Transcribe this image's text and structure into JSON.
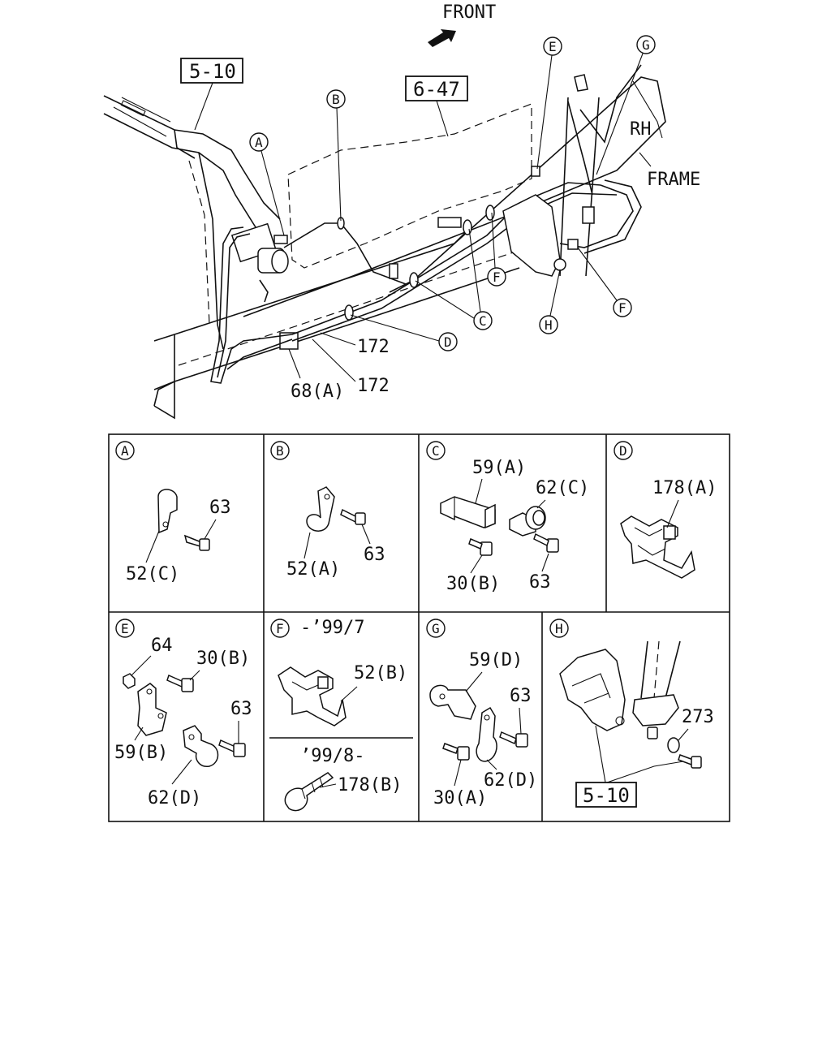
{
  "header": {
    "front_label": "FRONT"
  },
  "main": {
    "refs": {
      "r510": "5-10",
      "r647": "6-47"
    },
    "frame": {
      "rh": "RH",
      "frame": "FRAME"
    },
    "callouts": {
      "A": "A",
      "B": "B",
      "C": "C",
      "D": "D",
      "E": "E",
      "F": "F",
      "G": "G",
      "H": "H"
    },
    "parts": {
      "p172a": "172",
      "p172b": "172",
      "p68a": "68(A)"
    }
  },
  "details": {
    "A": {
      "key": "A",
      "labels": [
        "63",
        "52(C)"
      ]
    },
    "B": {
      "key": "B",
      "labels": [
        "63",
        "52(A)"
      ]
    },
    "C": {
      "key": "C",
      "labels": [
        "59(A)",
        "62(C)",
        "30(B)",
        "63"
      ]
    },
    "D": {
      "key": "D",
      "labels": [
        "178(A)"
      ]
    },
    "E": {
      "key": "E",
      "labels": [
        "64",
        "30(B)",
        "63",
        "59(B)",
        "62(D)"
      ]
    },
    "F": {
      "key": "F",
      "top_note": "-’99/7",
      "labels": [
        "52(B)"
      ],
      "bottom_note": "’99/8-",
      "bottom_labels": [
        "178(B)"
      ]
    },
    "G": {
      "key": "G",
      "labels": [
        "59(D)",
        "63",
        "62(D)",
        "30(A)"
      ]
    },
    "H": {
      "key": "H",
      "labels": [
        "273"
      ],
      "ref": "5-10"
    }
  }
}
